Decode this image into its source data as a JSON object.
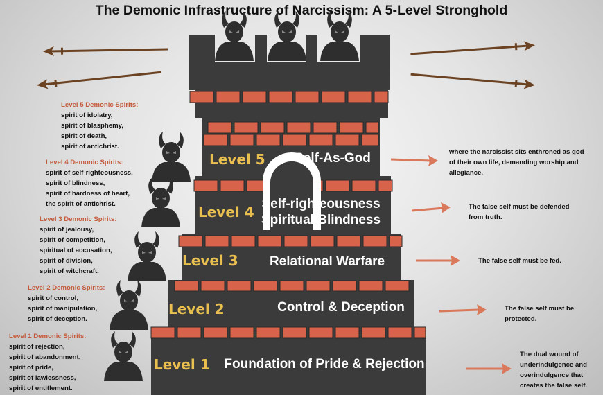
{
  "title": "The Demonic Infrastructure of Narcissism: A 5-Level Stronghold",
  "colors": {
    "tower": "#3b3b3b",
    "brick": "#d7644a",
    "mortar": "#2a2a2a",
    "level_label": "#e9bf4f",
    "heading": "#c45a3c",
    "arrow": "#d9785a",
    "spear": "#6b4222"
  },
  "levels": [
    {
      "label": "Level 5",
      "name_lines": [
        "Self-As-God"
      ],
      "description": [
        "where the narcissist sits enthroned as god",
        "of their own life, demanding worship and",
        "allegiance."
      ],
      "spirits_heading": "Level 5 Demonic Spirits:",
      "spirits": [
        "spirit of idolatry,",
        "spirit of blasphemy,",
        "spirit of death,",
        "spirit of antichrist."
      ]
    },
    {
      "label": "Level 4",
      "name_lines": [
        "Self-righteousness",
        "Spiritual Blindness"
      ],
      "description": [
        "The false self must be defended",
        "from truth."
      ],
      "spirits_heading": "Level 4 Demonic Spirits:",
      "spirits": [
        "spirit of self-righteousness,",
        "spirit of blindness,",
        "spirit of hardness of heart,",
        "the spirit of antichrist."
      ]
    },
    {
      "label": "Level 3",
      "name_lines": [
        "Relational Warfare"
      ],
      "description": [
        "The false self must be fed."
      ],
      "spirits_heading": "Level 3 Demonic Spirits:",
      "spirits": [
        "spirit of jealousy,",
        "spirit of competition,",
        "spiritual of accusation,",
        "spirit of division,",
        "spirit of witchcraft."
      ]
    },
    {
      "label": "Level 2",
      "name_lines": [
        "Control & Deception"
      ],
      "description": [
        "The false self must be",
        "protected."
      ],
      "spirits_heading": "Level 2 Demonic Spirits:",
      "spirits": [
        "spirit of control,",
        "spirit of manipulation,",
        "spirit of deception."
      ]
    },
    {
      "label": "Level 1",
      "name_lines": [
        "Foundation of Pride & Rejection"
      ],
      "description": [
        "The dual wound of",
        "underindulgence and",
        "overindulgence that",
        "creates the false self."
      ],
      "spirits_heading": "Level 1 Demonic Spirits:",
      "spirits": [
        "spirit of rejection,",
        "spirit of abandonment,",
        "spirit of pride,",
        "spirit of lawlessness,",
        "spirit of entitlement."
      ]
    }
  ]
}
